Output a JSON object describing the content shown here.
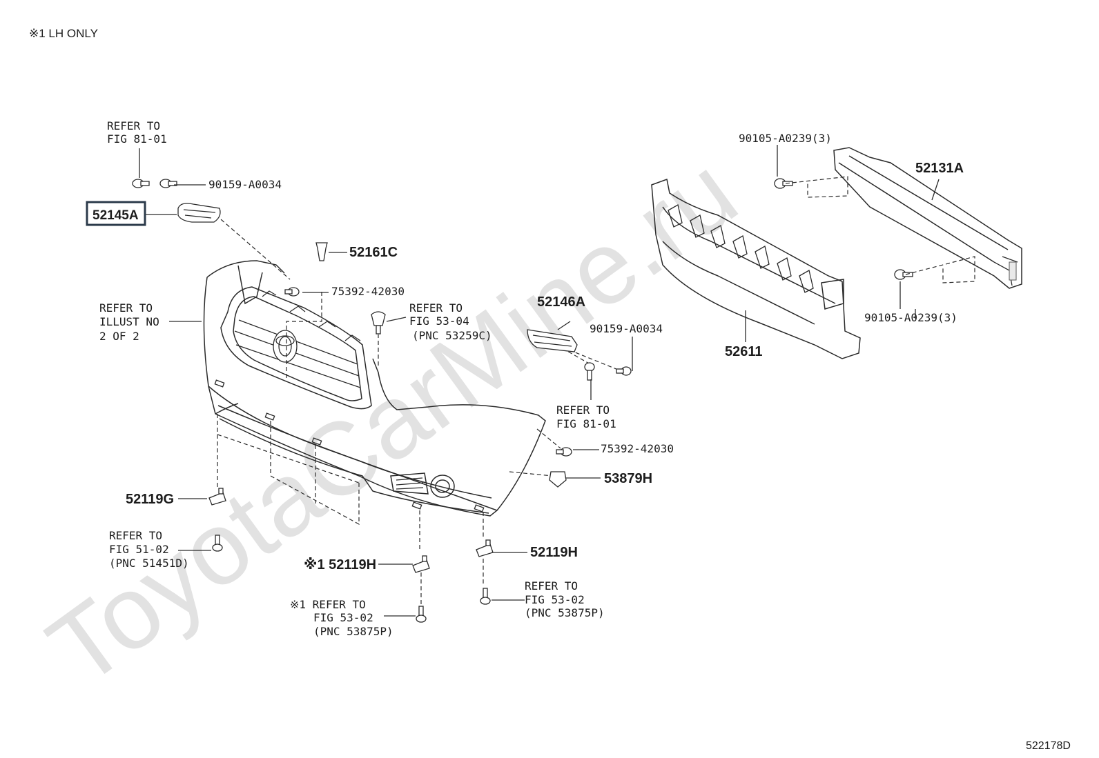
{
  "watermark": "ToyotaCarMine.ru",
  "header_note": "※1 LH ONLY",
  "figure_id": "522178D",
  "parts": {
    "p52145A": "52145A",
    "p52161C": "52161C",
    "p52146A": "52146A",
    "p52131A": "52131A",
    "p52611": "52611",
    "p53879H": "53879H",
    "p52119G": "52119G",
    "p52119H_a": "※1 52119H",
    "p52119H_b": "52119H"
  },
  "bolts": {
    "b90159_top": "90159-A0034",
    "b75392_top": "75392-42030",
    "b90159_mid": "90159-A0034",
    "b75392_mid": "75392-42030",
    "b90105_top": "90105-A0239(3)",
    "b90105_bot": "90105-A0239(3)"
  },
  "refs": {
    "r_fig8101_top": [
      "REFER TO",
      "FIG 81-01"
    ],
    "r_illust": [
      "REFER TO",
      "ILLUST NO",
      "2 OF 2"
    ],
    "r_fig5304": [
      "REFER TO",
      "FIG 53-04",
      "(PNC 53259C)"
    ],
    "r_fig8101_mid": [
      "REFER TO",
      "FIG 81-01"
    ],
    "r_fig5102": [
      "REFER TO",
      "FIG 51-02",
      "(PNC 51451D)"
    ],
    "r_fig5302_a": [
      "※1 REFER TO",
      "FIG 53-02",
      "(PNC 53875P)"
    ],
    "r_fig5302_b": [
      "REFER TO",
      "FIG 53-02",
      "(PNC 53875P)"
    ]
  },
  "highlight_color": "#2b3a4a"
}
